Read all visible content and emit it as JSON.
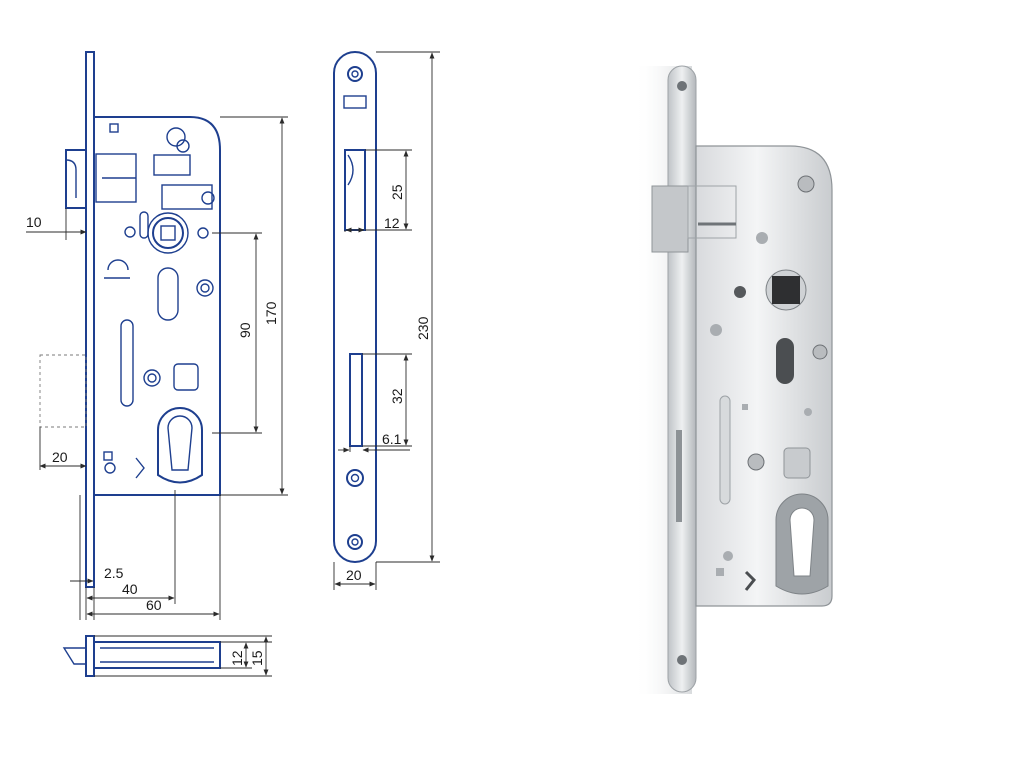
{
  "diagram": {
    "line_color": "#1e3f8f",
    "dimension_color": "#2b2b2b",
    "front_view": {
      "dims": {
        "latch_projection": "10",
        "lock_height": "170",
        "center_distance": "90",
        "bolt_projection": "20",
        "faceplate_thickness": "2.5",
        "backset": "40",
        "case_depth": "60"
      }
    },
    "faceplate_view": {
      "dims": {
        "latch_slot_height": "25",
        "latch_slot_width": "12",
        "total_length": "230",
        "bolt_slot_height": "32",
        "bolt_slot_width": "6.1",
        "plate_width": "20"
      }
    },
    "bottom_view": {
      "dims": {
        "case_thickness": "12",
        "plate_thickness": "15"
      }
    }
  },
  "photo": {
    "description_icon": "mortise-lock-photo"
  }
}
